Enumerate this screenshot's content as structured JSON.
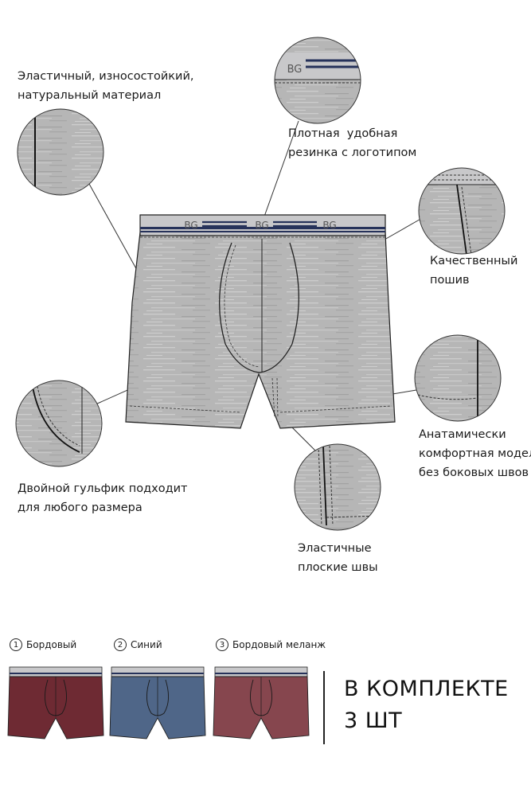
{
  "brand_logo": "BG",
  "callouts": [
    {
      "id": "material",
      "text": "Эластичный, износостойкий,\nнатуральный материал"
    },
    {
      "id": "waistband",
      "text": "Плотная  удобная\nрезинка с логотипом"
    },
    {
      "id": "stitching",
      "text": "Качественный\nпошив"
    },
    {
      "id": "pouch",
      "text": "Двойной гульфик подходит\nдля любого размера"
    },
    {
      "id": "seamless",
      "text": "Анатамически\nкомфортная модель\nбез боковых швов"
    },
    {
      "id": "flat-seams",
      "text": "Эластичные\nплоские швы"
    }
  ],
  "variants": [
    {
      "num": "1",
      "name": "Бордовый",
      "color": "#6e2a33"
    },
    {
      "num": "2",
      "name": "Синий",
      "color": "#4f6688"
    },
    {
      "num": "3",
      "name": "Бордовый меланж",
      "color": "#86464e"
    }
  ],
  "set_info": "В КОМПЛЕКТЕ\n3 ШТ",
  "colors": {
    "melange": "#b4b4b4",
    "band": "#c6c6c8",
    "stripe": "#26325a"
  }
}
